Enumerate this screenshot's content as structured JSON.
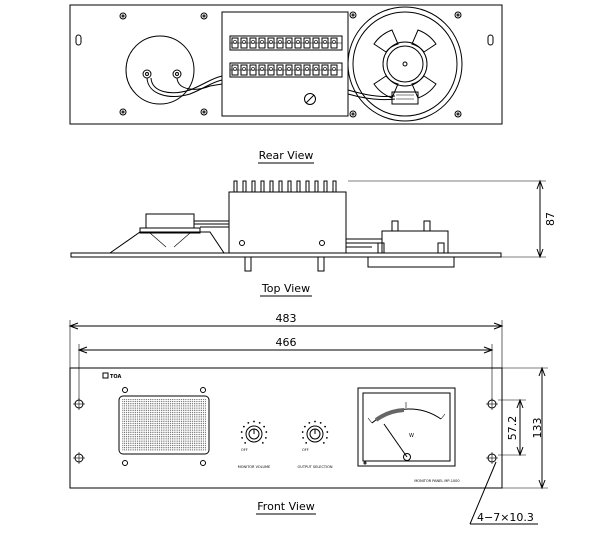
{
  "views": {
    "rear": {
      "label": "Rear View"
    },
    "top": {
      "label": "Top View"
    },
    "front": {
      "label": "Front View",
      "logo": "TOA",
      "knob1_label": "MONITOR VOLUME",
      "knob2_label": "OUTPUT SELECTION",
      "meter_unit": "W",
      "model_label": "MONITOR PANEL MP-1000",
      "knob_end_label": "OFF"
    }
  },
  "dimensions": {
    "overall_width": "483",
    "mounting_width": "466",
    "depth": "87",
    "height": "133",
    "hole_pitch": "57.2",
    "holes": "4−7×10.3"
  }
}
